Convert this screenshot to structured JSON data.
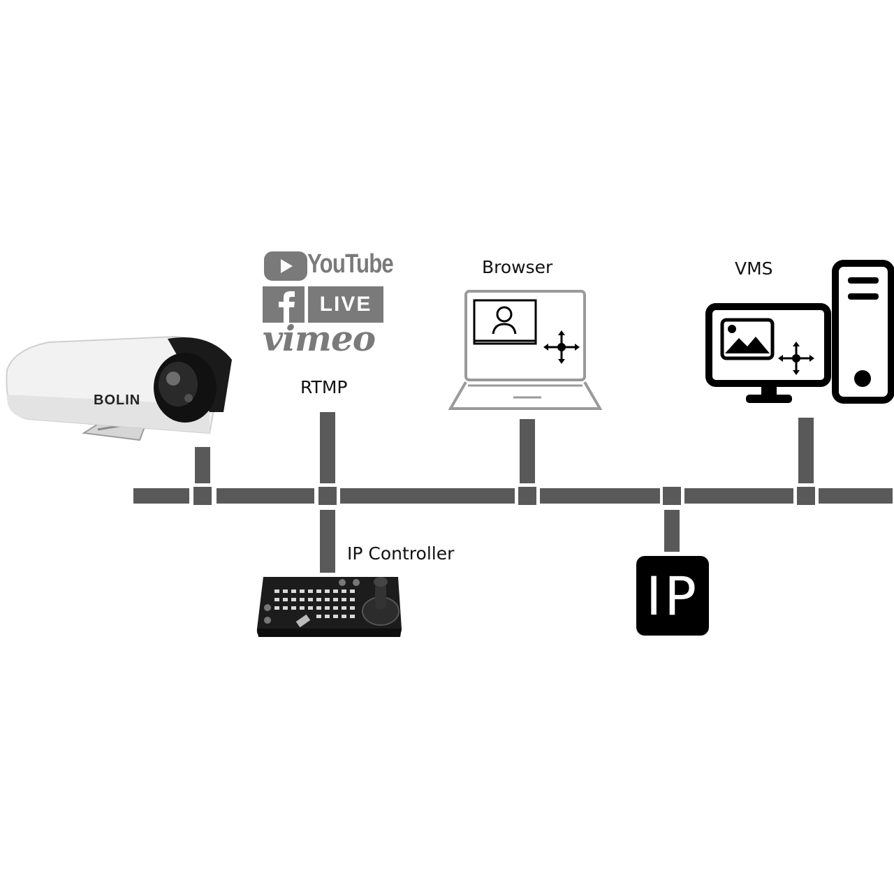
{
  "labels": {
    "rtmp": "RTMP",
    "browser": "Browser",
    "vms": "VMS",
    "ip_controller": "IP Controller",
    "ip_badge": "IP"
  },
  "logos": {
    "youtube": "YouTube",
    "facebook_live": "LIVE",
    "vimeo": "vimeo"
  },
  "camera": {
    "brand": "BOLIN"
  },
  "colors": {
    "network_line": "#595959",
    "logo_gray": "#7a7a7a",
    "laptop_gray": "#9a9a9a",
    "black": "#000000"
  }
}
